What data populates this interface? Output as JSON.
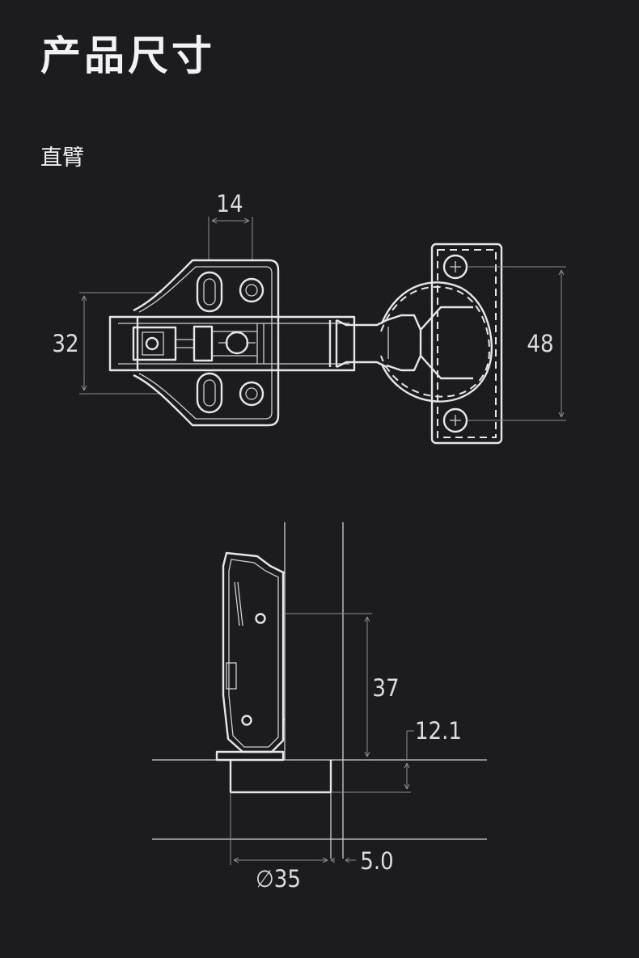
{
  "page": {
    "title": "产品尺寸",
    "subtitle": "直臂"
  },
  "theme": {
    "background": "#1c1c1e",
    "line_color": "#e6e6e6",
    "dimension_color": "#8e8e8e"
  },
  "dimensions": {
    "top_width": "14",
    "left_height": "32",
    "right_height": "48",
    "side_height": "37",
    "side_offset": "12.1",
    "cup_diameter": "∅35",
    "edge_gap": "5.0"
  }
}
